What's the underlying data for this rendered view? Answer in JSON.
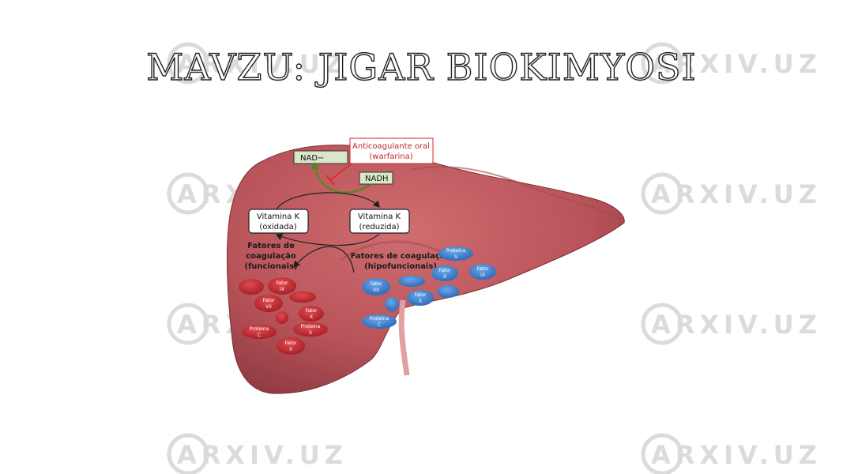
{
  "slide": {
    "title": "MAVZU: JIGAR BIOKIMYOSI"
  },
  "watermark": {
    "text": "ARXIV.UZ"
  },
  "colors": {
    "liver": "#b9545a",
    "liver_dark": "#8e3a40",
    "red_factor": "#c0272d",
    "blue_factor": "#3a7fd0",
    "label_box": "#d9e7c8",
    "inhibit": "#d9262b"
  },
  "diagram": {
    "nad": "NAD−",
    "nadh": "NADH",
    "anticoag_line1": "Anticoagulante oral",
    "anticoag_line2": "(warfarina)",
    "vitk_ox_line1": "Vitamina K",
    "vitk_ox_line2": "(oxidada)",
    "vitk_red_line1": "Vitamina K",
    "vitk_red_line2": "(reduzida)",
    "func_line1": "Fatores de",
    "func_line2": "coagulação",
    "func_line3": "(funcionais)",
    "hypo_line1": "Fatores de coagulação",
    "hypo_line2": "(hipofuncionais)",
    "red_factors": [
      {
        "l1": "Fator",
        "l2": "IX"
      },
      {
        "l1": "Fator",
        "l2": "VII"
      },
      {
        "l1": "Fator",
        "l2": "X"
      },
      {
        "l1": "Proteina",
        "l2": "C"
      },
      {
        "l1": "Proteina",
        "l2": "S"
      },
      {
        "l1": "Fator",
        "l2": "II"
      }
    ],
    "blue_factors": [
      {
        "l1": "Proteína",
        "l2": "S"
      },
      {
        "l1": "Fator",
        "l2": "II"
      },
      {
        "l1": "Fator",
        "l2": "IX"
      },
      {
        "l1": "Fator",
        "l2": "VII"
      },
      {
        "l1": "Fator",
        "l2": "X"
      },
      {
        "l1": "Proteína",
        "l2": "C"
      }
    ]
  }
}
